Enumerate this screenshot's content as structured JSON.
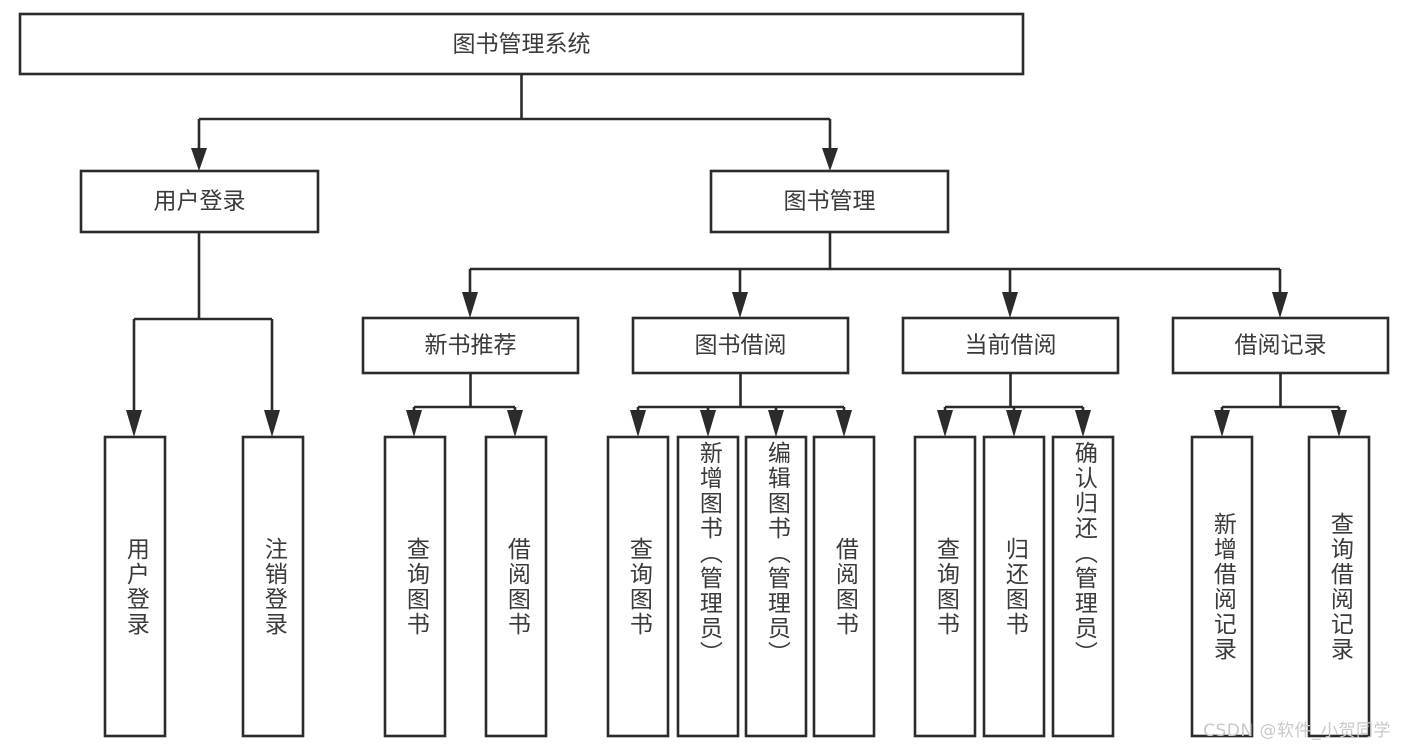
{
  "diagram": {
    "title": "图书管理系统",
    "watermark": "CSDN @软件_小贺同学",
    "colors": {
      "stroke": "#2b2b2b",
      "fill": "#ffffff",
      "text": "#3a3a3a",
      "watermark": "#c9c9c9"
    },
    "nodes": {
      "root": {
        "label": "图书管理系统"
      },
      "level2": [
        {
          "label": "用户登录"
        },
        {
          "label": "图书管理"
        }
      ],
      "level3": [
        {
          "label": "新书推荐"
        },
        {
          "label": "图书借阅"
        },
        {
          "label": "当前借阅"
        },
        {
          "label": "借阅记录"
        }
      ],
      "leaves": {
        "user_login": [
          {
            "label": "用户登录"
          },
          {
            "label": "注销登录"
          }
        ],
        "new_book": [
          {
            "label": "查询图书"
          },
          {
            "label": "借阅图书"
          }
        ],
        "book_borrow": [
          {
            "label": "查询图书"
          },
          {
            "label": "新增图书（管理员）"
          },
          {
            "label": "编辑图书（管理员）"
          },
          {
            "label": "借阅图书"
          }
        ],
        "current_borrow": [
          {
            "label": "查询图书"
          },
          {
            "label": "归还图书"
          },
          {
            "label": "确认归还（管理员）"
          }
        ],
        "borrow_record": [
          {
            "label": "新增借阅记录"
          },
          {
            "label": "查询借阅记录"
          }
        ]
      }
    }
  }
}
